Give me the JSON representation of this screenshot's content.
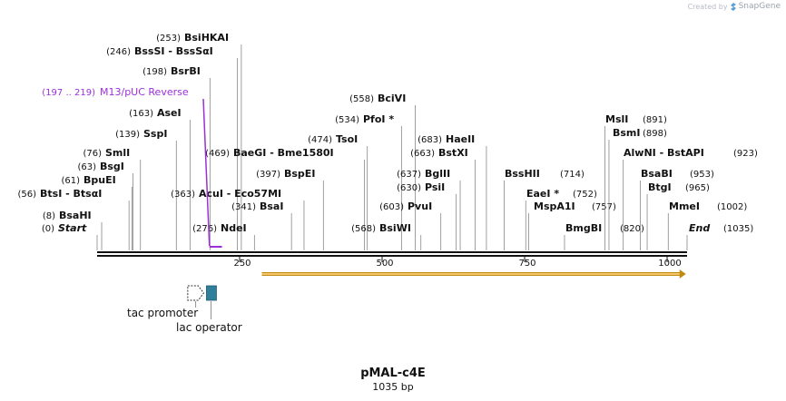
{
  "credit": {
    "created_by": "Created by",
    "brand": "SnapGene",
    "logo_icon": "snapgene-logo-icon"
  },
  "title": "pMAL-c4E",
  "length_label": "1035 bp",
  "sequence_length": 1035,
  "axis": {
    "ticks": [
      250,
      500,
      750,
      1000
    ],
    "tick_labels": [
      "250",
      "500",
      "750",
      "1000"
    ]
  },
  "colors": {
    "primer": "#9b30d9",
    "feature_arrow": "#f5c56a",
    "feature_arrow_edge": "#c08a10",
    "operator": "#2f7f9a",
    "text": "#111111"
  },
  "sites": [
    {
      "pos_label": "(0)",
      "name": "Start",
      "pos": 0,
      "italic": true
    },
    {
      "pos_label": "(8)",
      "name": "BsaHI",
      "pos": 8
    },
    {
      "pos_label": "(56)",
      "name": "BtsI - BtsαI",
      "pos": 56
    },
    {
      "pos_label": "(61)",
      "name": "BpuEI",
      "pos": 61
    },
    {
      "pos_label": "(63)",
      "name": "BsgI",
      "pos": 63
    },
    {
      "pos_label": "(76)",
      "name": "SmlI",
      "pos": 76
    },
    {
      "pos_label": "(139)",
      "name": "SspI",
      "pos": 139
    },
    {
      "pos_label": "(163)",
      "name": "AseI",
      "pos": 163
    },
    {
      "pos_label": "(198)",
      "name": "BsrBI",
      "pos": 198
    },
    {
      "pos_label": "(246)",
      "name": "BssSI - BssSαI",
      "pos": 246
    },
    {
      "pos_label": "(253)",
      "name": "BsiHKAI",
      "pos": 253
    },
    {
      "pos_label": "(276)",
      "name": "NdeI",
      "pos": 276
    },
    {
      "pos_label": "(341)",
      "name": "BsaI",
      "pos": 341
    },
    {
      "pos_label": "(363)",
      "name": "AcuI - Eco57MI",
      "pos": 363
    },
    {
      "pos_label": "(397)",
      "name": "BspEI",
      "pos": 397
    },
    {
      "pos_label": "(469)",
      "name": "BaeGI - Bme1580I",
      "pos": 469
    },
    {
      "pos_label": "(474)",
      "name": "TsoI",
      "pos": 474
    },
    {
      "pos_label": "(534)",
      "name": "PfoI *",
      "pos": 534
    },
    {
      "pos_label": "(558)",
      "name": "BciVI",
      "pos": 558
    },
    {
      "pos_label": "(568)",
      "name": "BsiWI",
      "pos": 568
    },
    {
      "pos_label": "(603)",
      "name": "PvuI",
      "pos": 603
    },
    {
      "pos_label": "(630)",
      "name": "PsiI",
      "pos": 630
    },
    {
      "pos_label": "(637)",
      "name": "BglII",
      "pos": 637
    },
    {
      "pos_label": "(663)",
      "name": "BstXI",
      "pos": 663
    },
    {
      "pos_label": "(683)",
      "name": "HaeII",
      "pos": 683
    },
    {
      "pos_label": "(714)",
      "name": "BssHII",
      "pos": 714
    },
    {
      "pos_label": "(752)",
      "name": "EaeI *",
      "pos": 752
    },
    {
      "pos_label": "(757)",
      "name": "MspA1I",
      "pos": 757
    },
    {
      "pos_label": "(820)",
      "name": "BmgBI",
      "pos": 820
    },
    {
      "pos_label": "(891)",
      "name": "MslI",
      "pos": 891
    },
    {
      "pos_label": "(898)",
      "name": "BsmI",
      "pos": 898
    },
    {
      "pos_label": "(923)",
      "name": "AlwNI - BstAPI",
      "pos": 923
    },
    {
      "pos_label": "(953)",
      "name": "BsaBI",
      "pos": 953
    },
    {
      "pos_label": "(965)",
      "name": "BtgI",
      "pos": 965
    },
    {
      "pos_label": "(1002)",
      "name": "MmeI",
      "pos": 1002
    },
    {
      "pos_label": "(1035)",
      "name": "End",
      "pos": 1035,
      "italic": true
    }
  ],
  "primer": {
    "range_label": "(197 .. 219)",
    "name": "M13/pUC Reverse",
    "start": 197,
    "end": 219
  },
  "features": [
    {
      "name": "tac promoter",
      "type": "promoter",
      "start": 159,
      "end": 187,
      "icon": "promoter-arrow-icon"
    },
    {
      "name": "lac operator",
      "type": "operator",
      "start": 195,
      "end": 211
    },
    {
      "name": "",
      "type": "cds-arrow",
      "start": 289,
      "end": 1033
    }
  ]
}
